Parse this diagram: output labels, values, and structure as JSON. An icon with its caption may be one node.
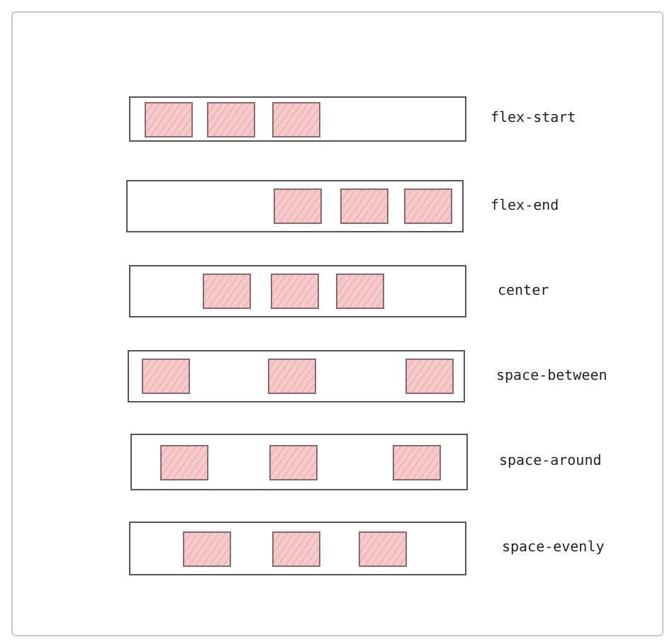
{
  "diagram": {
    "nodes": [
      {
        "text": [],
        "shape": "box",
        "beside": [
          "flex-start"
        ]
      },
      {
        "text": [],
        "shape": "box",
        "in": 0
      },
      {
        "text": [],
        "shape": "box",
        "in": 0
      },
      {
        "text": [],
        "shape": "box",
        "in": 0
      },
      {
        "text": [],
        "shape": "box",
        "beside": [
          "flex-end"
        ]
      },
      {
        "text": [],
        "shape": "box",
        "in": 4
      },
      {
        "text": [],
        "shape": "box",
        "in": 4
      },
      {
        "text": [],
        "shape": "box",
        "in": 4
      },
      {
        "text": [],
        "shape": "box",
        "beside": [
          "center"
        ]
      },
      {
        "text": [],
        "shape": "box",
        "in": 8
      },
      {
        "text": [],
        "shape": "box",
        "in": 8
      },
      {
        "text": [],
        "shape": "box",
        "in": 8
      },
      {
        "text": [],
        "shape": "box",
        "beside": [
          "space-between"
        ]
      },
      {
        "text": [],
        "shape": "box",
        "in": 12
      },
      {
        "text": [],
        "shape": "box",
        "in": 12
      },
      {
        "text": [],
        "shape": "box",
        "in": 12
      },
      {
        "text": [],
        "shape": "box",
        "beside": [
          "space-around"
        ]
      },
      {
        "text": [],
        "shape": "box",
        "in": 16
      },
      {
        "text": [],
        "shape": "box",
        "in": 16
      },
      {
        "text": [],
        "shape": "box",
        "in": 16
      },
      {
        "text": [],
        "shape": "box",
        "beside": [
          "space-evenly"
        ]
      },
      {
        "text": [],
        "shape": "box",
        "in": 20
      },
      {
        "text": [],
        "shape": "box",
        "in": 20
      },
      {
        "text": [],
        "shape": "box",
        "in": 20
      }
    ]
  }
}
